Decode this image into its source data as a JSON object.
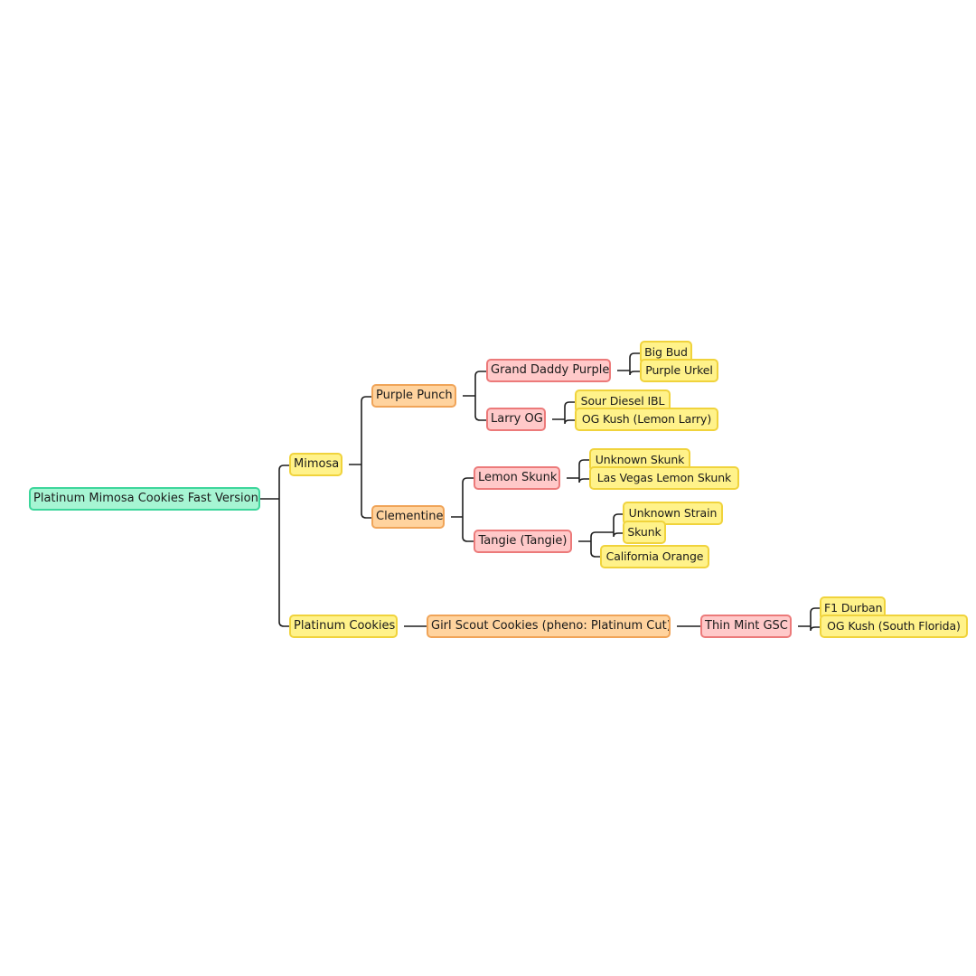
{
  "tree": {
    "root": "Platinum Mimosa Cookies Fast Version",
    "mimosa": "Mimosa",
    "purple_punch": "Purple Punch",
    "grand_daddy_purple": "Grand Daddy Purple",
    "big_bud": "Big Bud",
    "purple_urkel": "Purple Urkel",
    "larry_og": "Larry OG",
    "sour_diesel_ibl": "Sour Diesel IBL",
    "og_kush_lemon_larry": "OG Kush (Lemon Larry)",
    "clementine": "Clementine",
    "lemon_skunk": "Lemon Skunk",
    "unknown_skunk": "Unknown Skunk",
    "las_vegas_lemon_skunk": "Las Vegas Lemon Skunk",
    "tangie": "Tangie (Tangie)",
    "unknown_strain": "Unknown Strain",
    "skunk": "Skunk",
    "california_orange": "California Orange",
    "platinum_cookies": "Platinum Cookies",
    "girl_scout_cookies": "Girl Scout Cookies (pheno: Platinum Cut)",
    "thin_mint_gsc": "Thin Mint GSC",
    "f1_durban": "F1 Durban",
    "og_kush_south_florida": "OG Kush (South Florida)"
  },
  "colors": {
    "root": "#a6f5d3",
    "level_yellow": "#fff28a",
    "level_orange": "#ffd39e",
    "level_red": "#ffc9c9",
    "connector": "#1f1f1f"
  }
}
